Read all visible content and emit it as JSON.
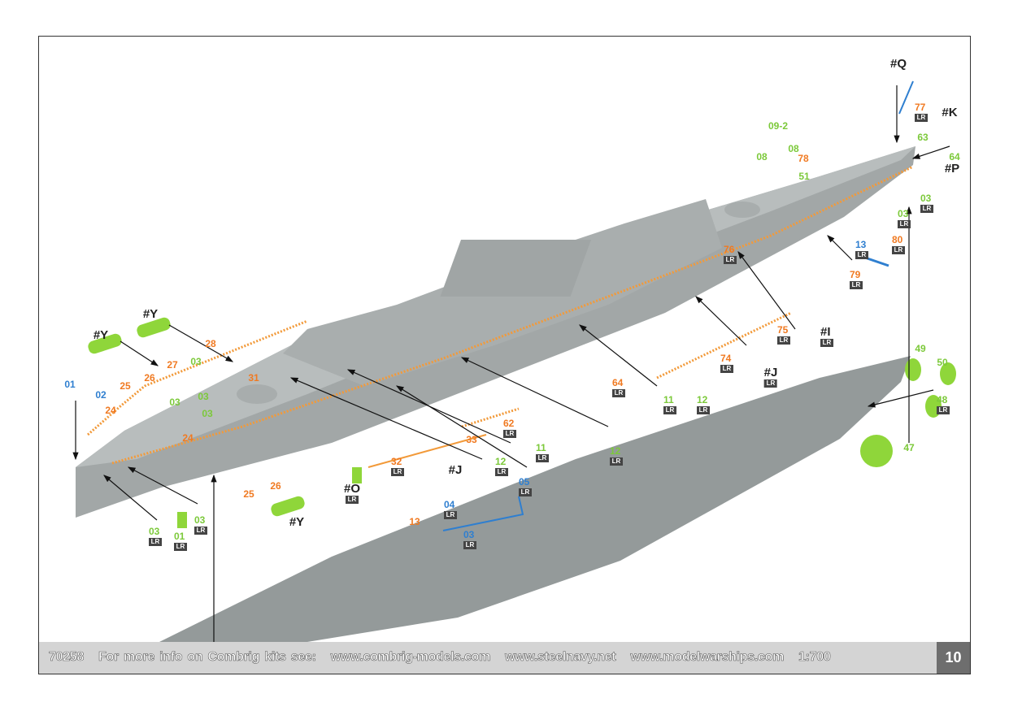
{
  "colors": {
    "blue": "#2f7fd0",
    "orange": "#f07a22",
    "green": "#7cc93a",
    "black": "#222222",
    "hull": "#9ea3a3",
    "deck": "#b3b8b8"
  },
  "lr_badge": "LR",
  "labels": [
    {
      "t": "01",
      "c": "blue"
    },
    {
      "t": "02",
      "c": "blue"
    },
    {
      "t": "13",
      "c": "blue",
      "lr": true
    },
    {
      "t": "05",
      "c": "blue",
      "lr": true
    },
    {
      "t": "04",
      "c": "blue",
      "lr": true
    },
    {
      "t": "03",
      "c": "blue",
      "lr": true
    },
    {
      "t": "25",
      "c": "orange"
    },
    {
      "t": "26",
      "c": "orange"
    },
    {
      "t": "27",
      "c": "orange"
    },
    {
      "t": "28",
      "c": "orange"
    },
    {
      "t": "31",
      "c": "orange"
    },
    {
      "t": "24",
      "c": "orange"
    },
    {
      "t": "24",
      "c": "orange"
    },
    {
      "t": "25",
      "c": "orange"
    },
    {
      "t": "26",
      "c": "orange"
    },
    {
      "t": "62",
      "c": "orange",
      "lr": true
    },
    {
      "t": "33",
      "c": "orange"
    },
    {
      "t": "32",
      "c": "orange",
      "lr": true
    },
    {
      "t": "13",
      "c": "orange"
    },
    {
      "t": "76",
      "c": "orange",
      "lr": true
    },
    {
      "t": "75",
      "c": "orange",
      "lr": true
    },
    {
      "t": "74",
      "c": "orange",
      "lr": true
    },
    {
      "t": "64",
      "c": "orange",
      "lr": true
    },
    {
      "t": "77",
      "c": "orange",
      "lr": true
    },
    {
      "t": "78",
      "c": "orange"
    },
    {
      "t": "80",
      "c": "orange",
      "lr": true
    },
    {
      "t": "79",
      "c": "orange",
      "lr": true
    },
    {
      "t": "03",
      "c": "green"
    },
    {
      "t": "03",
      "c": "green"
    },
    {
      "t": "03",
      "c": "green"
    },
    {
      "t": "03",
      "c": "green"
    },
    {
      "t": "12",
      "c": "green",
      "lr": true
    },
    {
      "t": "11",
      "c": "green",
      "lr": true
    },
    {
      "t": "12",
      "c": "green",
      "lr": true
    },
    {
      "t": "11",
      "c": "green",
      "lr": true
    },
    {
      "t": "12",
      "c": "green",
      "lr": true
    },
    {
      "t": "49",
      "c": "green"
    },
    {
      "t": "50",
      "c": "green"
    },
    {
      "t": "48",
      "c": "green",
      "lr": true
    },
    {
      "t": "47",
      "c": "green"
    },
    {
      "t": "03",
      "c": "green",
      "lr": true
    },
    {
      "t": "01",
      "c": "green",
      "lr": true
    },
    {
      "t": "03",
      "c": "green",
      "lr": true
    },
    {
      "t": "09-2",
      "c": "green"
    },
    {
      "t": "08",
      "c": "green"
    },
    {
      "t": "08",
      "c": "green"
    },
    {
      "t": "51",
      "c": "green"
    },
    {
      "t": "63",
      "c": "green"
    },
    {
      "t": "64",
      "c": "green"
    },
    {
      "t": "03",
      "c": "green",
      "lr": true
    },
    {
      "t": "03",
      "c": "green",
      "lr": true
    },
    {
      "t": "#Y",
      "c": "black"
    },
    {
      "t": "#Y",
      "c": "black"
    },
    {
      "t": "#Y",
      "c": "black"
    },
    {
      "t": "#O",
      "c": "black",
      "lr": true
    },
    {
      "t": "#J",
      "c": "black"
    },
    {
      "t": "#J",
      "c": "black",
      "lr": true
    },
    {
      "t": "#I",
      "c": "black",
      "lr": true
    },
    {
      "t": "#Q",
      "c": "black"
    },
    {
      "t": "#K",
      "c": "black"
    },
    {
      "t": "#P",
      "c": "black"
    }
  ],
  "footer": {
    "code": "70258",
    "info": "For more info on Combrig kits see:",
    "site1": "www.combrig-models.com",
    "site2": "www.steelnavy.net",
    "site3": "www.modelwarships.com",
    "scale": "1:700",
    "page": "10"
  }
}
